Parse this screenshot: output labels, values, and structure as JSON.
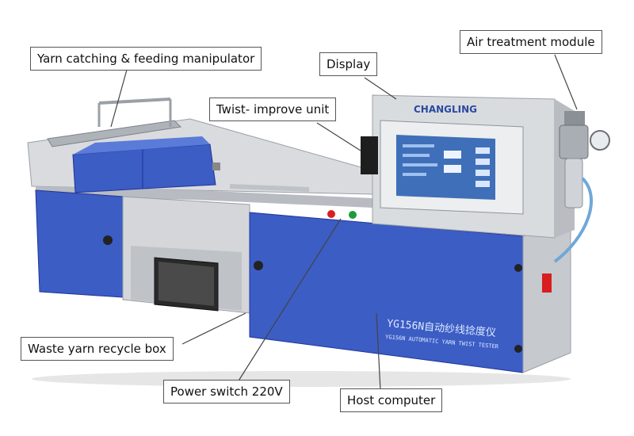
{
  "callouts": {
    "yarn_manipulator": "Yarn catching & feeding manipulator",
    "display": "Display",
    "air_module": "Air treatment module",
    "twist_unit": "Twist- improve unit",
    "waste_box": "Waste yarn recycle box",
    "power_switch": "Power switch 220V",
    "host_computer": "Host computer"
  },
  "machine": {
    "brand": "CHANGLING",
    "model_cn": "YG156N自动纱线捻度仪",
    "model_en": "YG156N AUTOMATIC YARN TWIST TESTER"
  },
  "colors": {
    "panel_blue": "#3b5dc4",
    "frame_grey": "#cfd2d6",
    "screen_bg": "#3f6fb8"
  }
}
